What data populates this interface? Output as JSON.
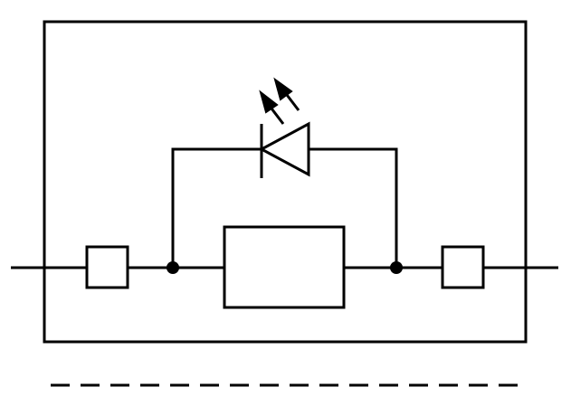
{
  "diagram": {
    "type": "fused-terminal-block-symbol",
    "elements": [
      "enclosure",
      "input-wire",
      "output-wire",
      "left-terminal",
      "right-terminal",
      "fuse",
      "led-indicator",
      "light-emission-arrows",
      "junction-dots",
      "dashed-line"
    ],
    "colors": {
      "line": "#000000",
      "background": "#ffffff"
    }
  }
}
